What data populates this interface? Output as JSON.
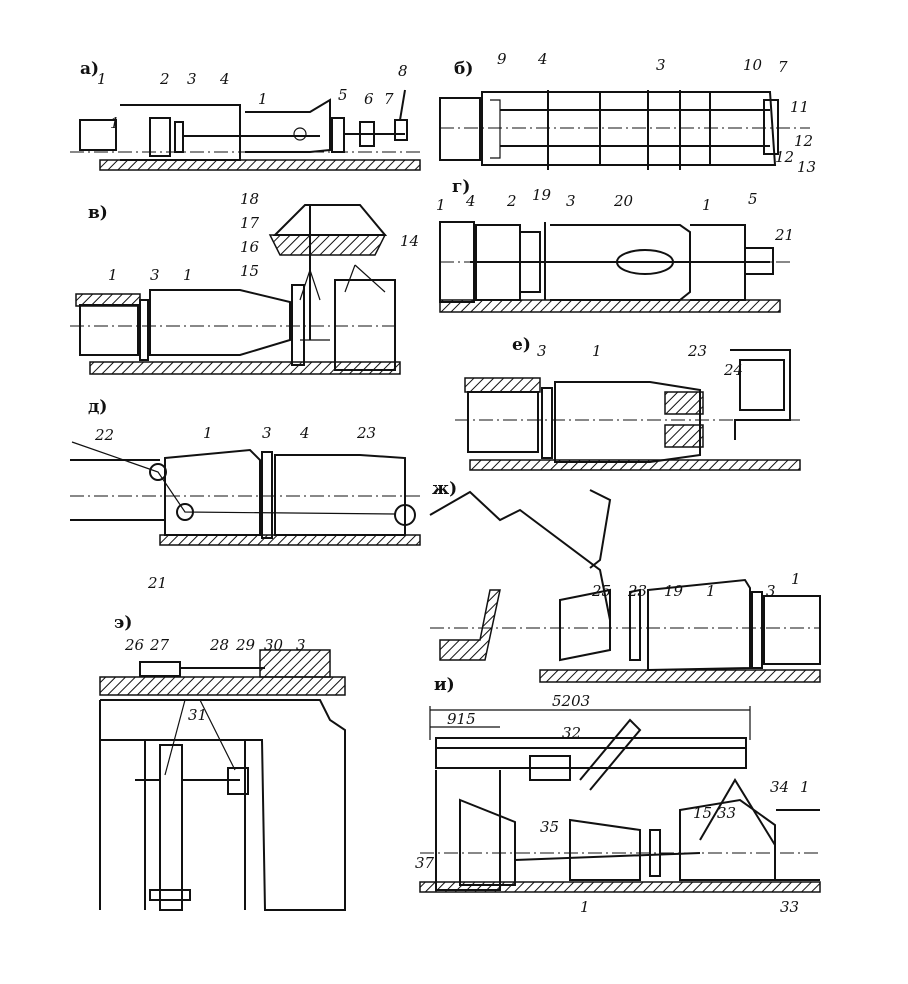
{
  "panels": {
    "a": {
      "label": "а)",
      "numbers": [
        "1",
        "1",
        "2",
        "3",
        "4",
        "1",
        "5",
        "6",
        "7",
        "8"
      ]
    },
    "b": {
      "label": "б)",
      "numbers": [
        "9",
        "4",
        "3",
        "10",
        "7",
        "11",
        "12",
        "12",
        "13"
      ]
    },
    "v": {
      "label": "в)",
      "numbers": [
        "18",
        "17",
        "16",
        "14",
        "15",
        "1",
        "3",
        "1"
      ]
    },
    "g": {
      "label": "г)",
      "numbers": [
        "1",
        "4",
        "2",
        "19",
        "3",
        "20",
        "1",
        "5",
        "21"
      ]
    },
    "e": {
      "label": "е)",
      "numbers": [
        "3",
        "1",
        "23",
        "24"
      ]
    },
    "d": {
      "label": "д)",
      "numbers": [
        "22",
        "1",
        "3",
        "4",
        "23",
        "21"
      ]
    },
    "zh": {
      "label": "ж)",
      "numbers": [
        "25",
        "23",
        "19",
        "1",
        "3",
        "1"
      ]
    },
    "eh": {
      "label": "э)",
      "numbers": [
        "26",
        "27",
        "28",
        "29",
        "30",
        "3",
        "31"
      ]
    },
    "i": {
      "label": "и)",
      "dimension_total": "5203",
      "dimension_part": "915",
      "numbers": [
        "32",
        "15",
        "33",
        "34",
        "1",
        "35",
        "37",
        "33",
        "1"
      ]
    }
  }
}
